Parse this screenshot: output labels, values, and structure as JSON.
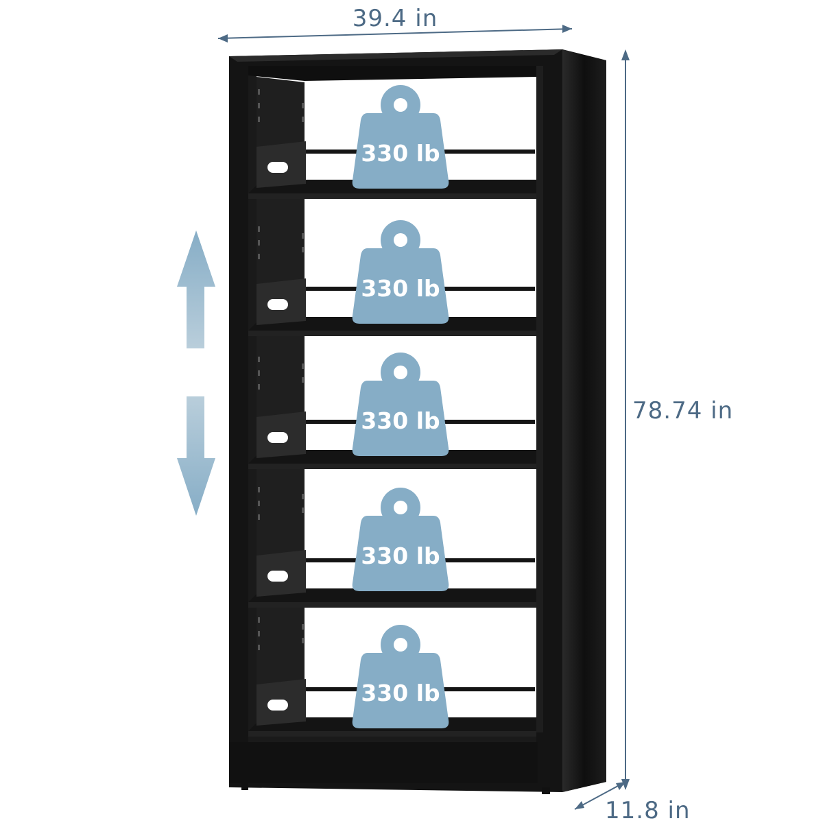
{
  "dimensions": {
    "width_label": "39.4 in",
    "height_label": "78.74 in",
    "depth_label": "11.8 in"
  },
  "shelves": [
    {
      "capacity_label": "330 lb"
    },
    {
      "capacity_label": "330 lb"
    },
    {
      "capacity_label": "330 lb"
    },
    {
      "capacity_label": "330 lb"
    },
    {
      "capacity_label": "330 lb"
    }
  ],
  "colors": {
    "dimension_line": "#4d6a85",
    "dimension_text": "#4d6a85",
    "weight_fill": "#86adc6",
    "weight_text": "#ffffff",
    "cabinet_frame": "#141414",
    "cabinet_interior": "#ffffff",
    "arrow_fill": "#86adc6"
  },
  "icons": {
    "weight": "weight-icon",
    "adjust_up": "arrow-up-icon",
    "adjust_down": "arrow-down-icon"
  }
}
